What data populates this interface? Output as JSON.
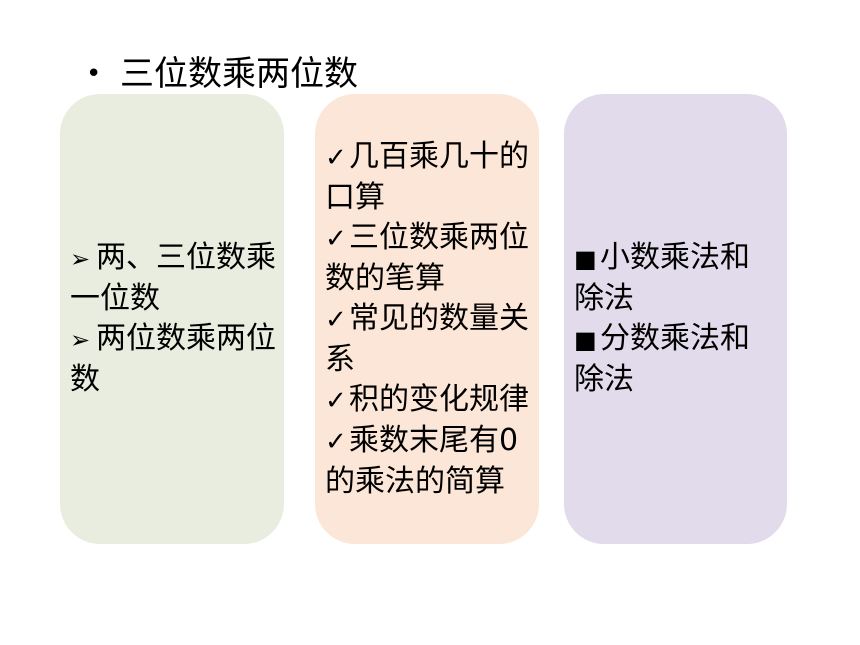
{
  "heading": {
    "bullet": "•",
    "title": "三位数乘两位数"
  },
  "panels": [
    {
      "color": "#e9eddf",
      "marker": "➢",
      "items": [
        "两、三位数乘一位数",
        "两位数乘两位数"
      ]
    },
    {
      "color": "#fbe6d7",
      "marker": "✓",
      "items": [
        "几百乘几十的口算",
        "三位数乘两位数的笔算",
        "常见的数量关系",
        "积的变化规律",
        "乘数末尾有0的乘法的简算"
      ]
    },
    {
      "color": "#e2dbeb",
      "marker": "■",
      "items": [
        "小数乘法和除法",
        "分数乘法和除法"
      ]
    }
  ]
}
